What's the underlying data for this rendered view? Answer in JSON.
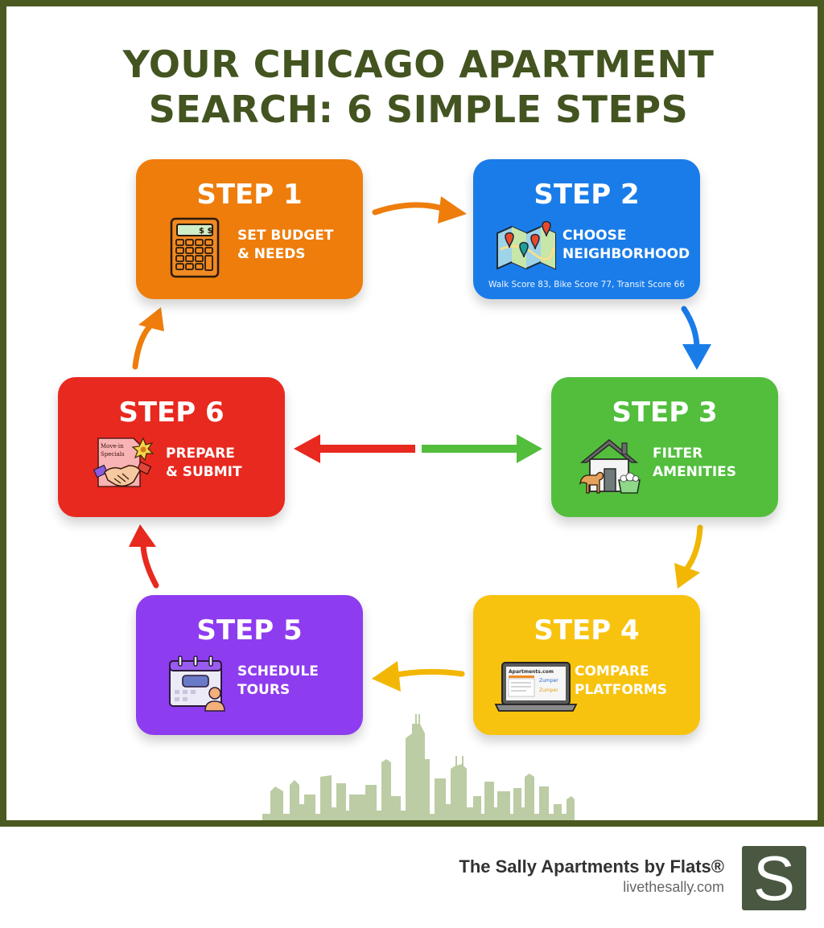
{
  "title": {
    "line1": "YOUR CHICAGO APARTMENT",
    "line2": "SEARCH: 6 SIMPLE STEPS"
  },
  "colors": {
    "frame": "#4a5a21",
    "title": "#435420",
    "step1": "#ee7d0c",
    "step2": "#1a7ce8",
    "step3": "#52be3c",
    "step4": "#f7c30e",
    "step5": "#8e3cf0",
    "step6": "#e8291f",
    "skyline": "#bccca4",
    "logo_bg": "#4a5842"
  },
  "steps": [
    {
      "label": "STEP 1",
      "line1": "SET BUDGET",
      "line2": "& NEEDS",
      "icon": "calculator-icon",
      "icon_text": "$ $"
    },
    {
      "label": "STEP 2",
      "line1": "CHOOSE",
      "line2": "NEIGHBORHOOD",
      "icon": "map-pins-icon",
      "note": "Walk Score 83, Bike Score 77, Transit Score 66"
    },
    {
      "label": "STEP 3",
      "line1": "FILTER",
      "line2": "AMENITIES",
      "icon": "house-pet-laundry-icon"
    },
    {
      "label": "STEP 4",
      "line1": "COMPARE",
      "line2": "PLATFORMS",
      "icon": "laptop-listings-icon",
      "icon_text": "Apartments.com"
    },
    {
      "label": "STEP 5",
      "line1": "SCHEDULE",
      "line2": "TOURS",
      "icon": "calendar-vr-tour-icon"
    },
    {
      "label": "STEP 6",
      "line1": "PREPARE",
      "line2": "& SUBMIT",
      "icon": "handshake-document-icon",
      "icon_text": "Move-in Specials"
    }
  ],
  "footer": {
    "brand": "The Sally Apartments by Flats®",
    "url": "livethesally.com",
    "logo_letter": "S"
  }
}
